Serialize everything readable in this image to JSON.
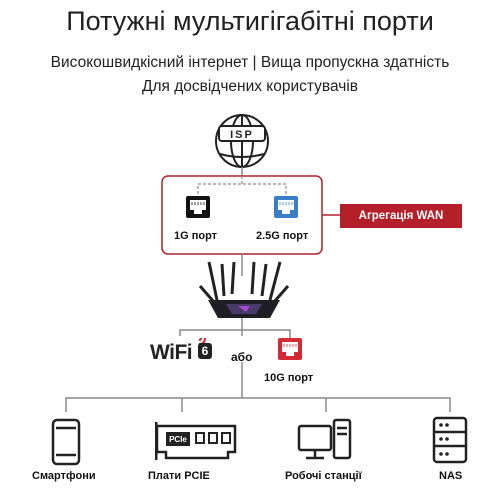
{
  "header": {
    "title": "Потужні мультигігабітні порти",
    "subtitle": "Високошвидкісний інтернет | Вища пропускна здатність",
    "subtitle2": "Для досвідчених користувачів"
  },
  "isp": {
    "label": "ISP"
  },
  "ports": {
    "port_1g": "1G порт",
    "port_25g": "2.5G порт",
    "port_10g": "10G порт",
    "wan_aggregation": "Агрегація WAN"
  },
  "wifi": {
    "text": "WiFi",
    "version": "6",
    "or": "або"
  },
  "devices": [
    {
      "label": "Смартфони",
      "icon": "smartphone-icon"
    },
    {
      "label": "Плати PCIE",
      "icon": "pcie-card-icon",
      "chip_text": "PCIe"
    },
    {
      "label": "Робочі станції",
      "icon": "workstation-icon"
    },
    {
      "label": "NAS",
      "icon": "nas-icon"
    }
  ],
  "colors": {
    "accent_red": "#b3202a",
    "port_blue": "#3a7fc6",
    "port_black": "#111111",
    "port_red": "#d42a35",
    "line_gray": "#8a8a8a"
  }
}
